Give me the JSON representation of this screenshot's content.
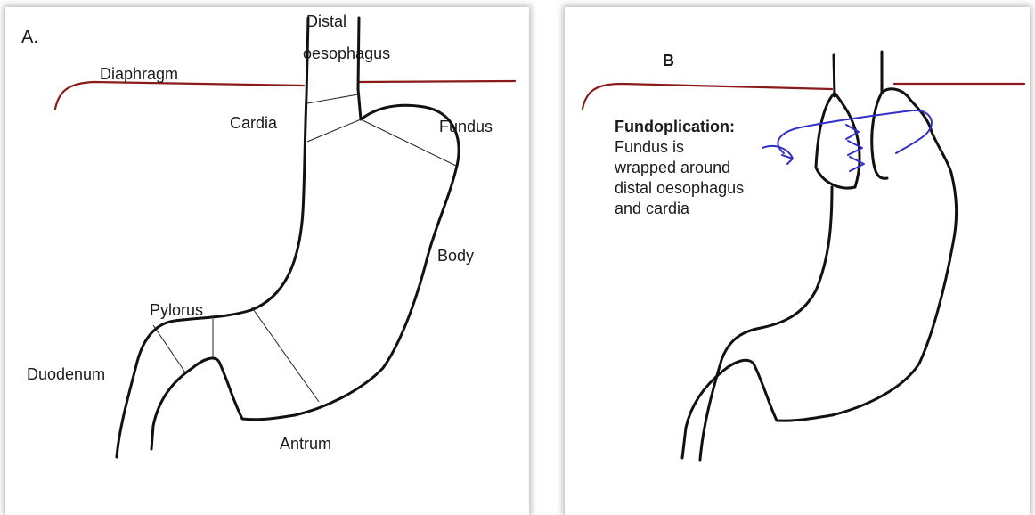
{
  "panel_a": {
    "letter": "A.",
    "labels": {
      "distal_line1": "Distal",
      "distal_line2": "oesophagus",
      "diaphragm": "Diaphragm",
      "cardia": "Cardia",
      "fundus": "Fundus",
      "body": "Body",
      "pylorus": "Pylorus",
      "duodenum": "Duodenum",
      "antrum": "Antrum"
    }
  },
  "panel_b": {
    "letter": "B",
    "title": "Fundoplication:",
    "desc": [
      "Fundus is",
      "wrapped around",
      "distal oesophagus",
      "and cardia"
    ]
  },
  "colors": {
    "diaphragm": "#8b1a1a",
    "wrap": "#3030c8",
    "outline": "#111111"
  }
}
